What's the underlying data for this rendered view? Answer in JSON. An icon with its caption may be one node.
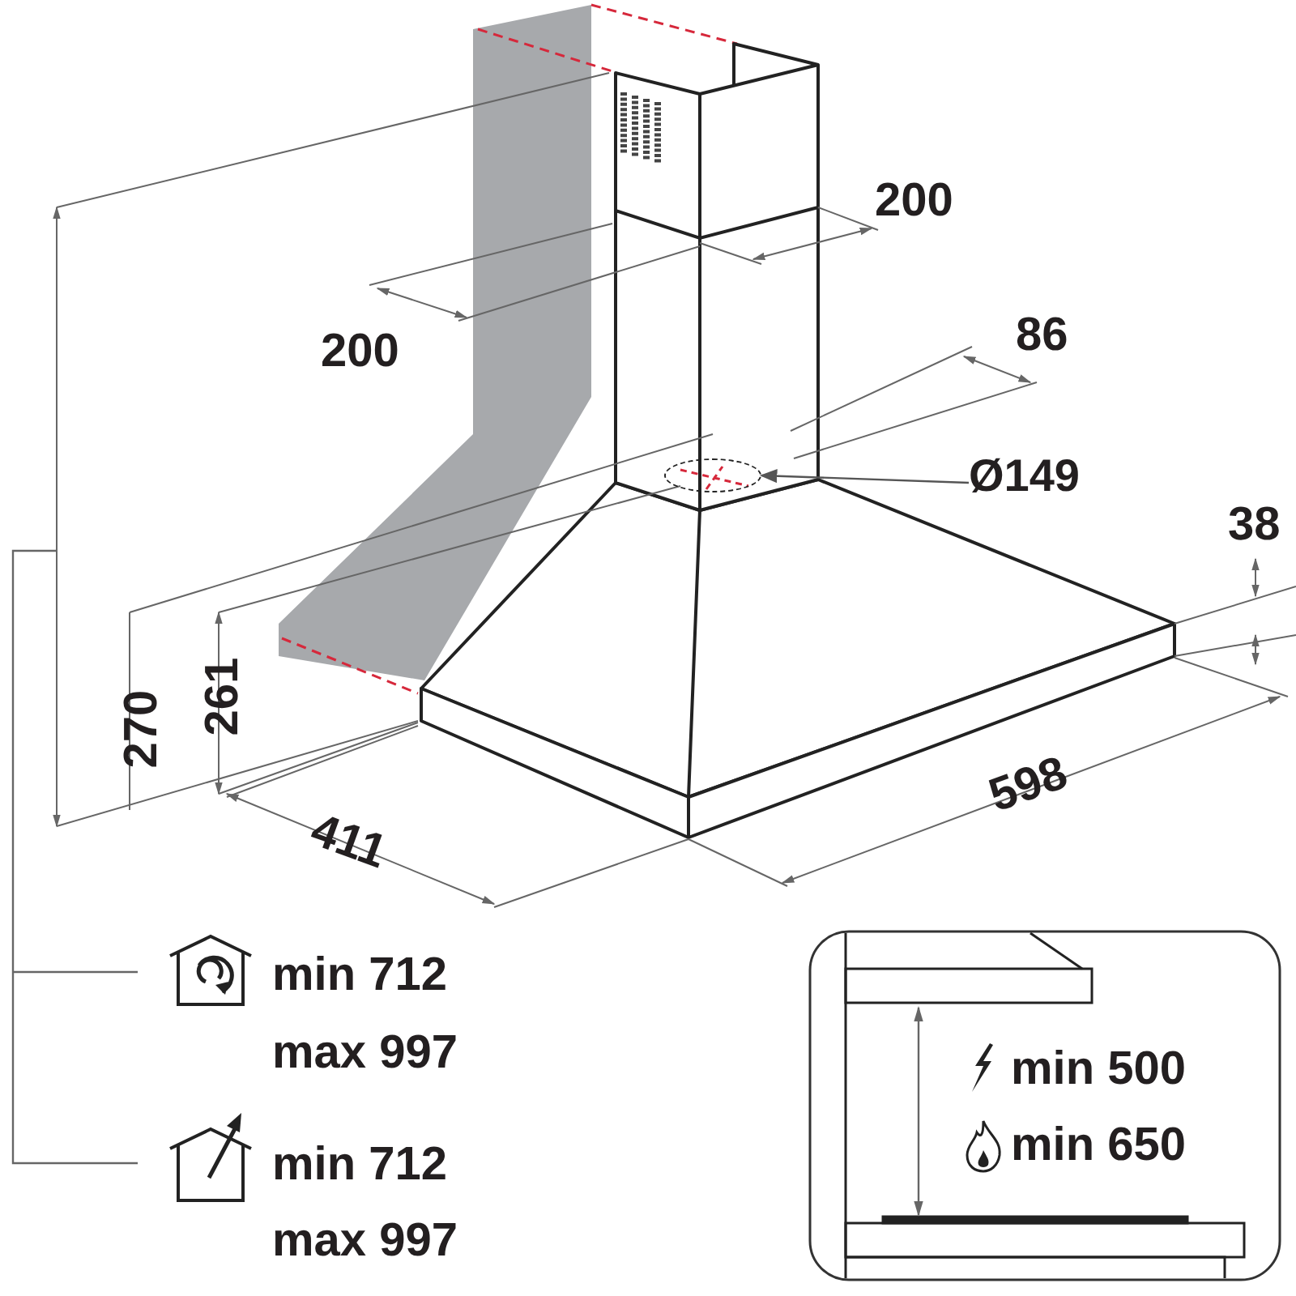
{
  "diagram": {
    "nodes": [
      {
        "text": [
          "Ø149"
        ]
      },
      {
        "text": [],
        "shape": "circle"
      }
    ],
    "edges": [
      {
        "from": 0,
        "to": 1,
        "arrow": "to"
      }
    ],
    "labels": [
      "200",
      "200",
      "86",
      "38",
      "270",
      "261",
      "411",
      "598",
      "min 712",
      "max 997",
      "min 500",
      "min 650",
      "min 712",
      "max 997"
    ]
  }
}
